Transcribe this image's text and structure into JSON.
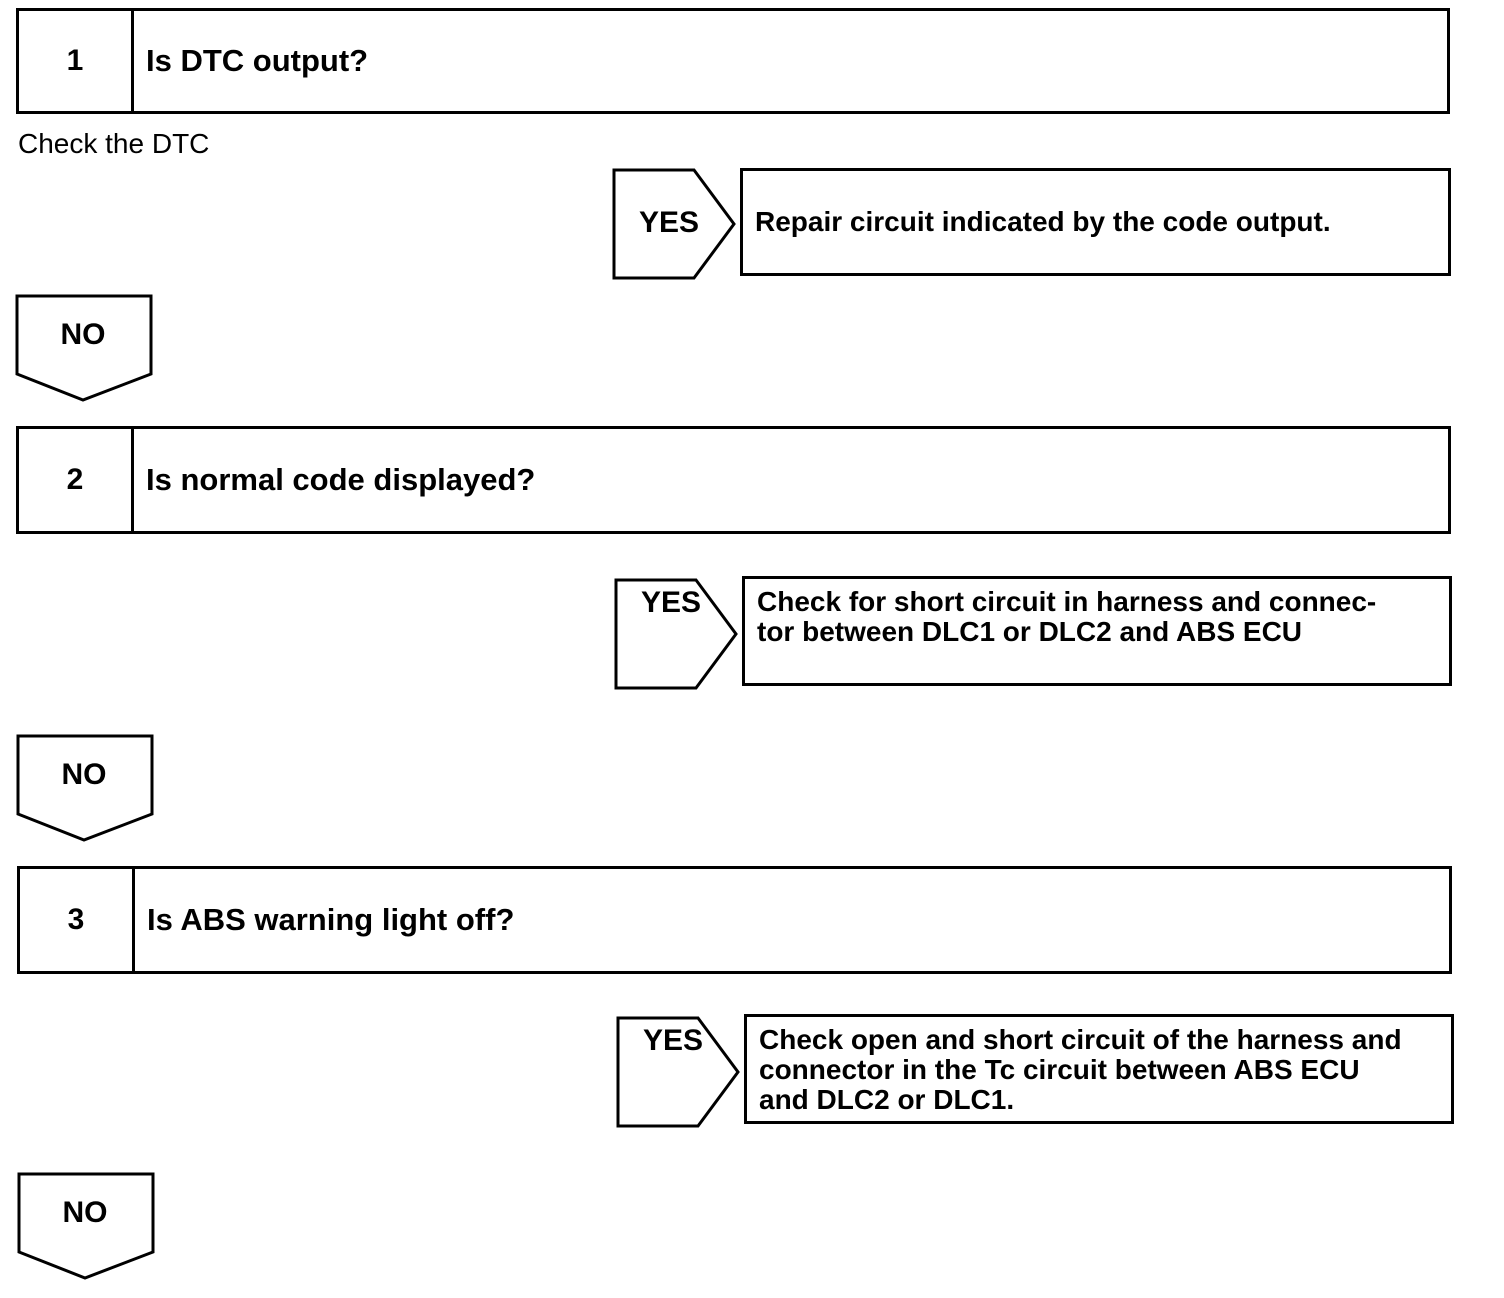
{
  "steps": [
    {
      "number": "1",
      "question": "Is DTC output?",
      "note": "Check the DTC",
      "yes_label": "YES",
      "yes_action": "Repair circuit indicated by the code output.",
      "no_label": "NO"
    },
    {
      "number": "2",
      "question": "Is normal code displayed?",
      "note": "",
      "yes_label": "YES",
      "yes_action_lines": [
        "Check for short circuit in harness and connec-",
        "tor between DLC1 or DLC2 and ABS ECU"
      ],
      "no_label": "NO"
    },
    {
      "number": "3",
      "question": "Is ABS warning light off?",
      "note": "",
      "yes_label": "YES",
      "yes_action_lines": [
        "Check open and short circuit of the harness and",
        "connector in the Tc circuit between ABS ECU",
        "and DLC2 or DLC1."
      ],
      "no_label": "NO"
    }
  ]
}
